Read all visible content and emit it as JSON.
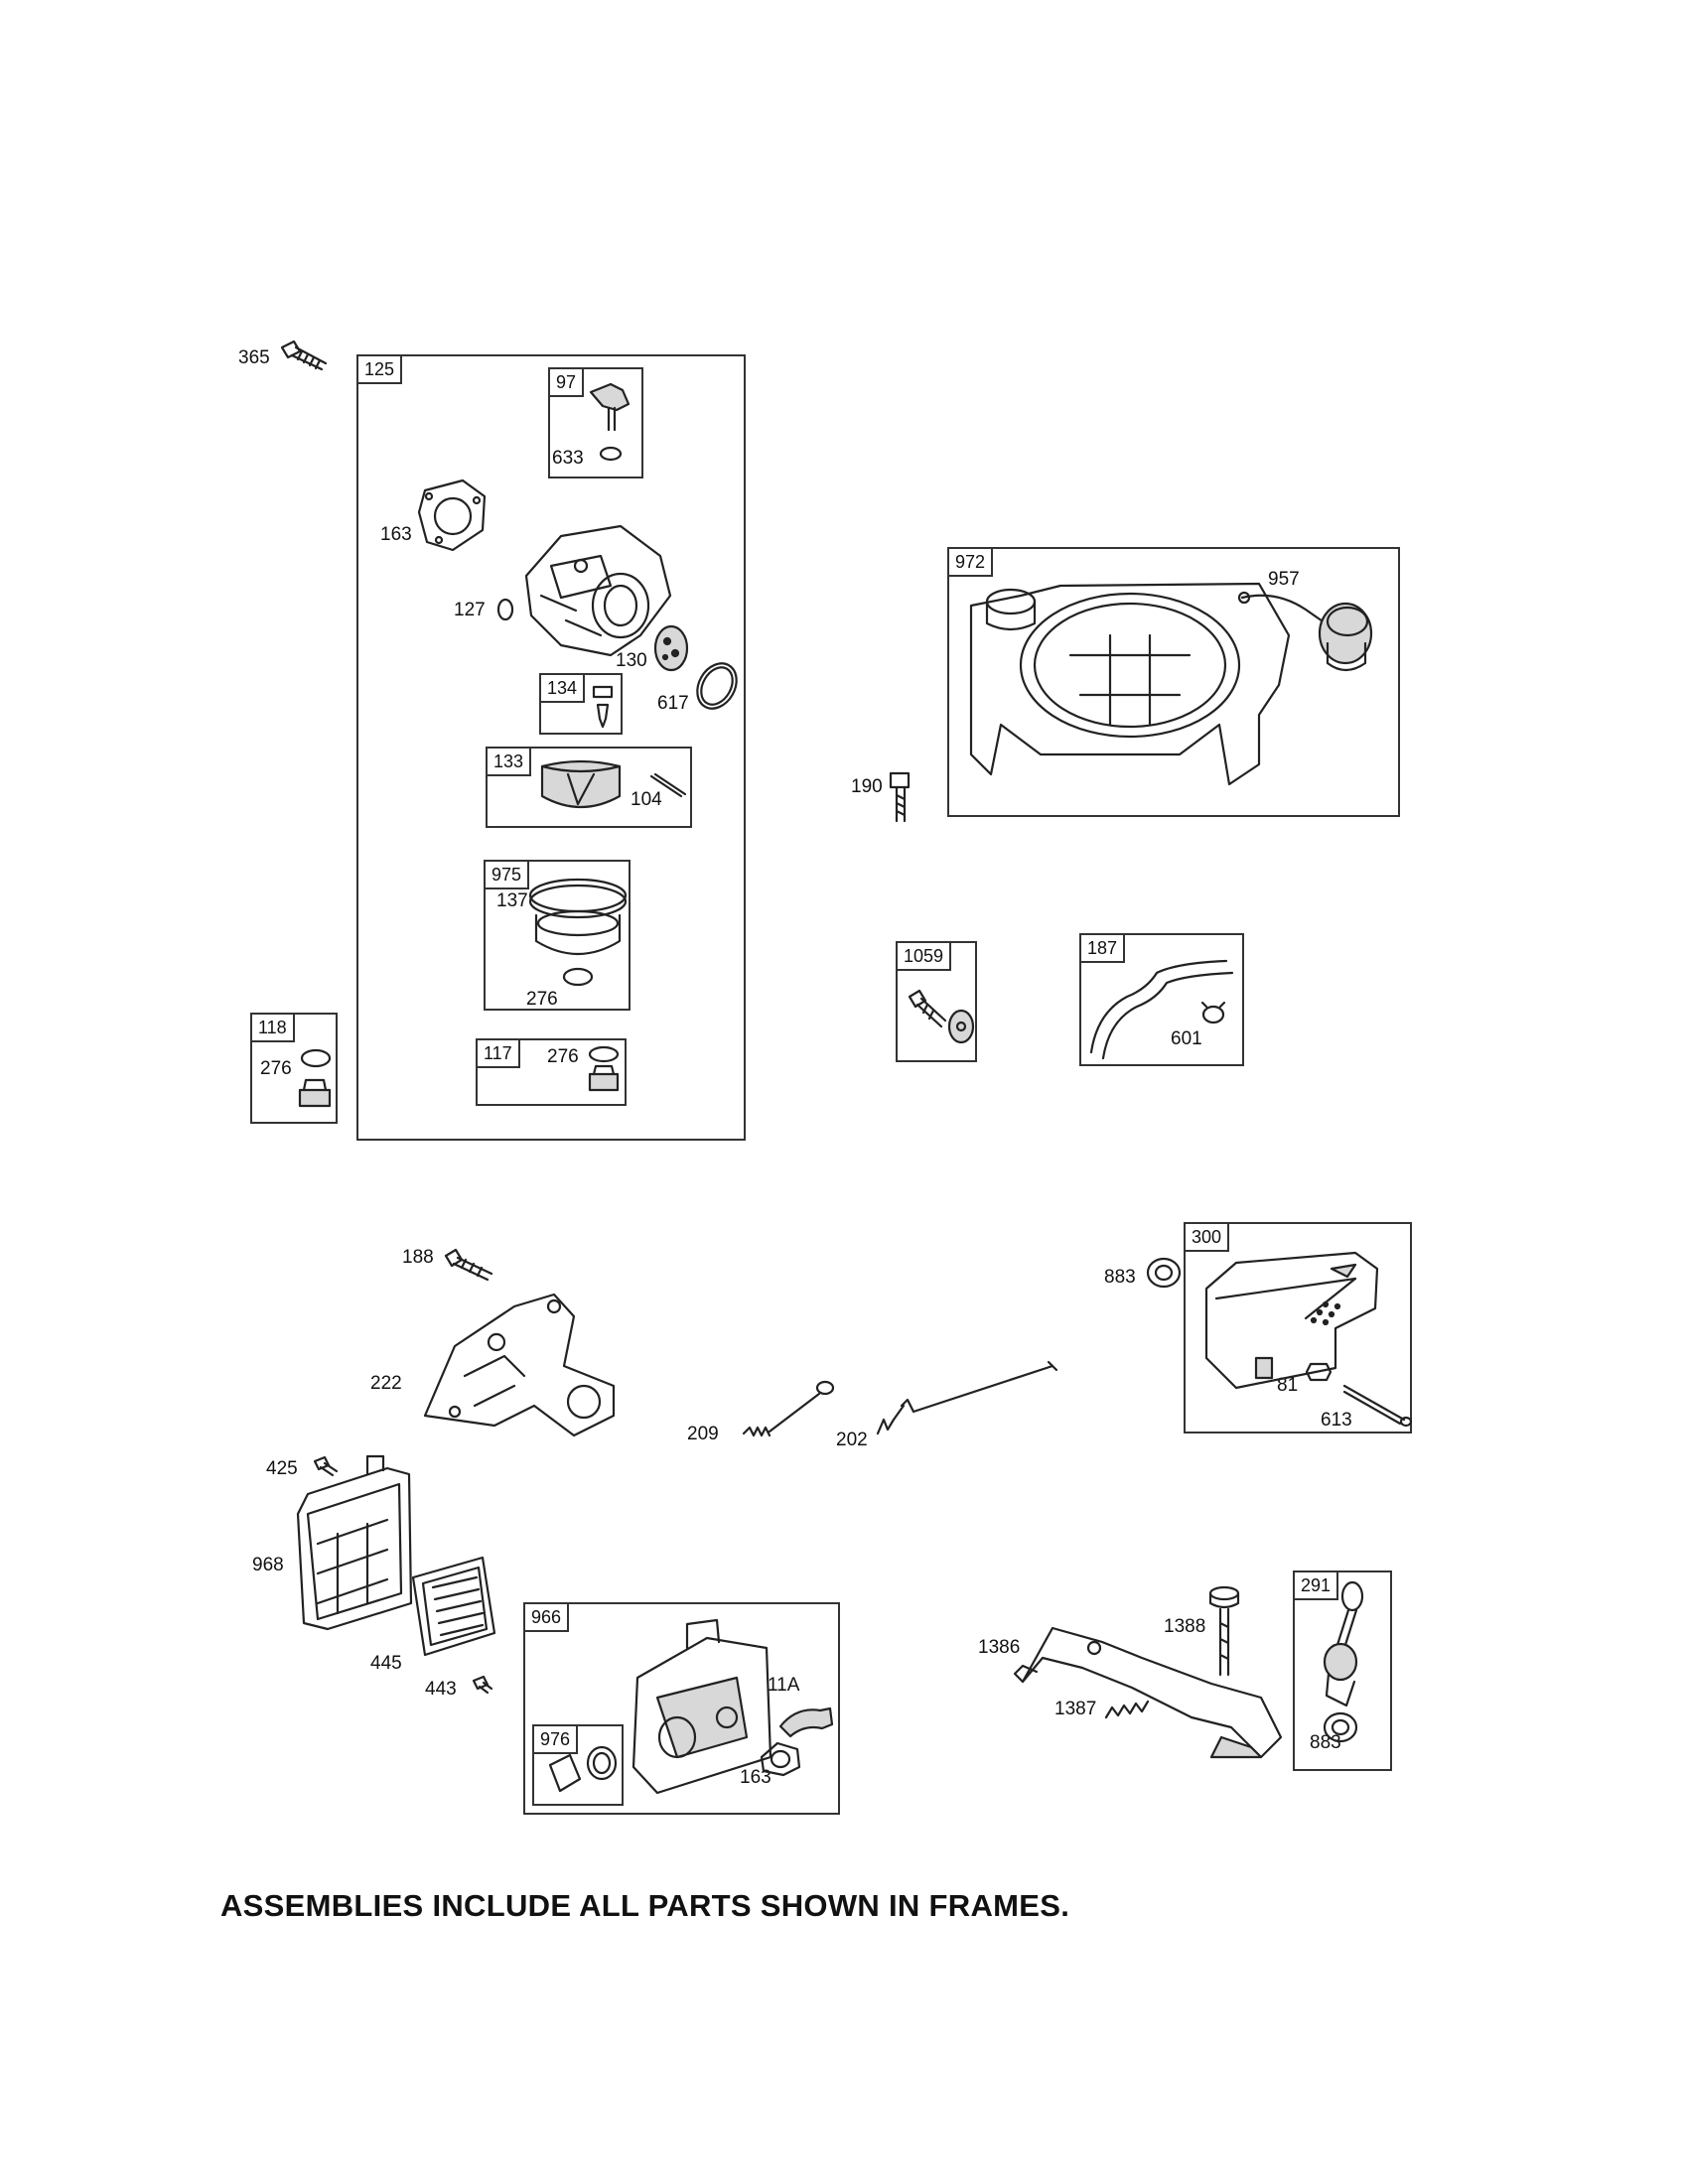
{
  "frames": {
    "f125": "125",
    "f97": "97",
    "f134": "134",
    "f133": "133",
    "f975": "975",
    "f117": "117",
    "f118": "118",
    "f972": "972",
    "f1059": "1059",
    "f187": "187",
    "f300": "300",
    "f966": "966",
    "f976": "976",
    "f291": "291"
  },
  "labels": {
    "p365": "365",
    "p163a": "163",
    "p633": "633",
    "p127": "127",
    "p130": "130",
    "p617": "617",
    "p104": "104",
    "p137": "137",
    "p276a": "276",
    "p276b": "276",
    "p276c": "276",
    "p957": "957",
    "p190": "190",
    "p601": "601",
    "p188": "188",
    "p222": "222",
    "p883a": "883",
    "p81": "81",
    "p613": "613",
    "p209": "209",
    "p202": "202",
    "p425": "425",
    "p968": "968",
    "p445": "445",
    "p443": "443",
    "p11a": "11A",
    "p163b": "163",
    "p1386": "1386",
    "p1388": "1388",
    "p1387": "1387",
    "p883b": "883"
  },
  "footer": "ASSEMBLIES INCLUDE ALL PARTS SHOWN IN FRAMES."
}
